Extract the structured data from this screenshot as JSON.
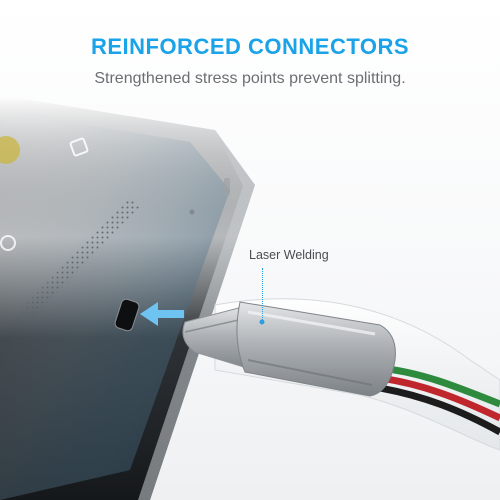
{
  "headline": "REINFORCED CONNECTORS",
  "subhead": "Strengthened stress points prevent splitting.",
  "callout": {
    "label": "Laser Welding"
  },
  "colors": {
    "accent": "#1aa3e8",
    "subtext": "#6b6f73",
    "phone_body": "#2b2f33",
    "connector_metal": "#b9bcc0",
    "wire_red": "#c0272d",
    "wire_green": "#2e8b3d",
    "wire_black": "#1c1c1c"
  },
  "icons": [
    "insert-arrow-icon",
    "square-button-icon",
    "circle-button-icon"
  ]
}
